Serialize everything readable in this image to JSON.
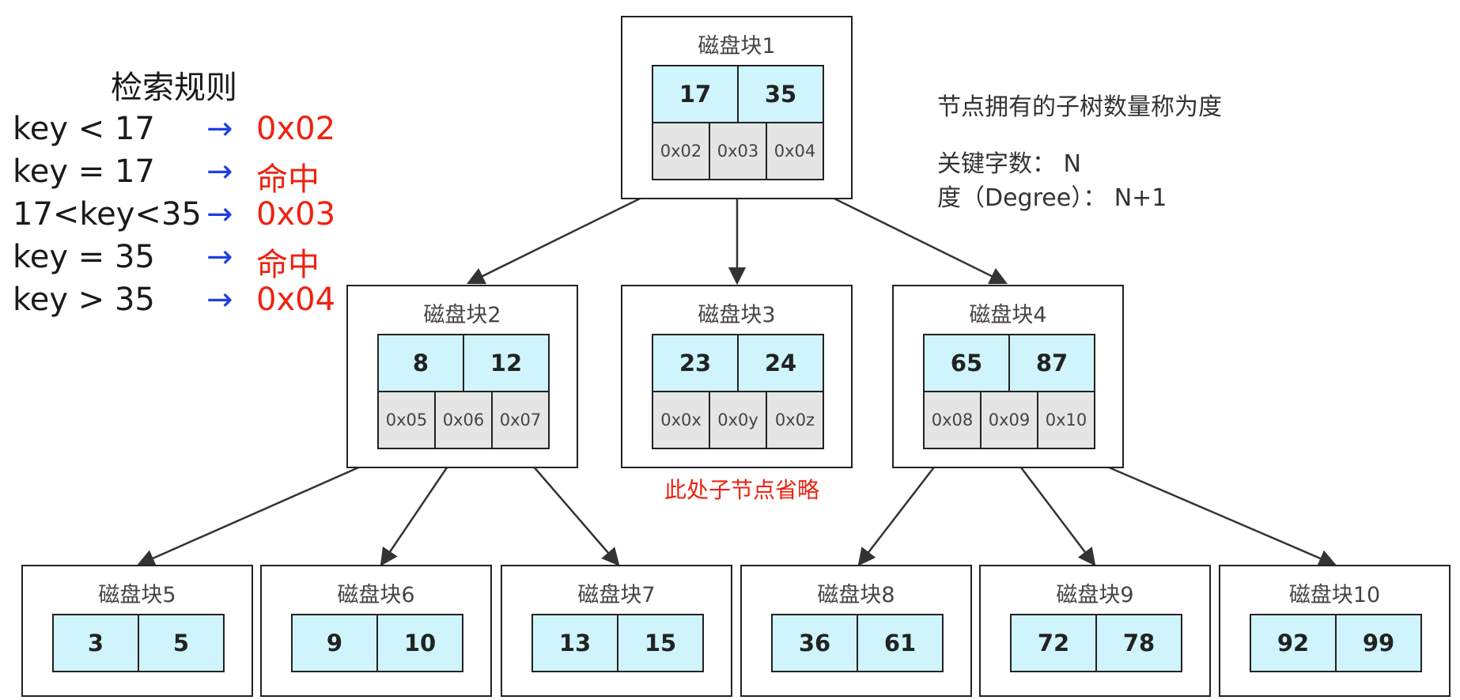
{
  "rules": {
    "title": "检索规则",
    "items": [
      {
        "condition": "key < 17",
        "arrow": "→",
        "result": "0x02"
      },
      {
        "condition": "key = 17",
        "arrow": "→",
        "result": "命中"
      },
      {
        "condition": "17<key<35",
        "arrow": "→",
        "result": "0x03"
      },
      {
        "condition": "key = 35",
        "arrow": "→",
        "result": "命中"
      },
      {
        "condition": "key > 35",
        "arrow": "→",
        "result": "0x04"
      }
    ]
  },
  "notes": {
    "degree_def": "节点拥有的子树数量称为度",
    "keycount": "关键字数： N",
    "degree": "度（Degree）： N+1",
    "omitted": "此处子节点省略"
  },
  "blocks": {
    "b1": {
      "title": "磁盘块1",
      "keys": [
        "17",
        "35"
      ],
      "ptrs": [
        "0x02",
        "0x03",
        "0x04"
      ]
    },
    "b2": {
      "title": "磁盘块2",
      "keys": [
        "8",
        "12"
      ],
      "ptrs": [
        "0x05",
        "0x06",
        "0x07"
      ]
    },
    "b3": {
      "title": "磁盘块3",
      "keys": [
        "23",
        "24"
      ],
      "ptrs": [
        "0x0x",
        "0x0y",
        "0x0z"
      ]
    },
    "b4": {
      "title": "磁盘块4",
      "keys": [
        "65",
        "87"
      ],
      "ptrs": [
        "0x08",
        "0x09",
        "0x10"
      ]
    },
    "b5": {
      "title": "磁盘块5",
      "keys": [
        "3",
        "5"
      ]
    },
    "b6": {
      "title": "磁盘块6",
      "keys": [
        "9",
        "10"
      ]
    },
    "b7": {
      "title": "磁盘块7",
      "keys": [
        "13",
        "15"
      ]
    },
    "b8": {
      "title": "磁盘块8",
      "keys": [
        "36",
        "61"
      ]
    },
    "b9": {
      "title": "磁盘块9",
      "keys": [
        "72",
        "78"
      ]
    },
    "b10": {
      "title": "磁盘块10",
      "keys": [
        "92",
        "99"
      ]
    }
  }
}
